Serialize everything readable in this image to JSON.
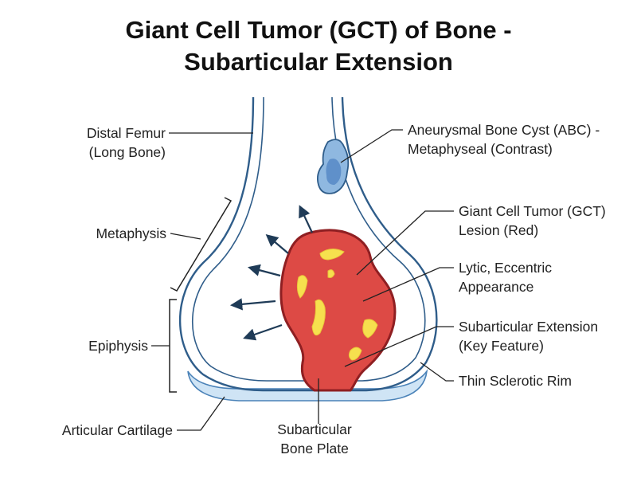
{
  "title": {
    "line1": "Giant Cell Tumor (GCT) of Bone -",
    "line2": "Subarticular Extension"
  },
  "labels": {
    "distal_femur_1": "Distal Femur",
    "distal_femur_2": "(Long Bone)",
    "metaphysis": "Metaphysis",
    "epiphysis": "Epiphysis",
    "articular_cartilage": "Articular Cartilage",
    "subarticular_plate_1": "Subarticular",
    "subarticular_plate_2": "Bone Plate",
    "abc_1": "Aneurysmal Bone Cyst (ABC) -",
    "abc_2": "Metaphyseal (Contrast)",
    "gct_1": "Giant Cell Tumor (GCT)",
    "gct_2": "Lesion (Red)",
    "lytic_1": "Lytic, Eccentric",
    "lytic_2": "Appearance",
    "subext_1": "Subarticular Extension",
    "subext_2": "(Key Feature)",
    "rim": "Thin Sclerotic Rim"
  },
  "colors": {
    "bone_outline": "#2f5d8a",
    "cartilage_fill": "#cfe4f5",
    "tumor_fill": "#dd4a45",
    "tumor_edge": "#8f1f22",
    "tumor_focus": "#f6e04e",
    "cyst_fill": "#8fb8e0",
    "arrow": "#1f3b57"
  }
}
